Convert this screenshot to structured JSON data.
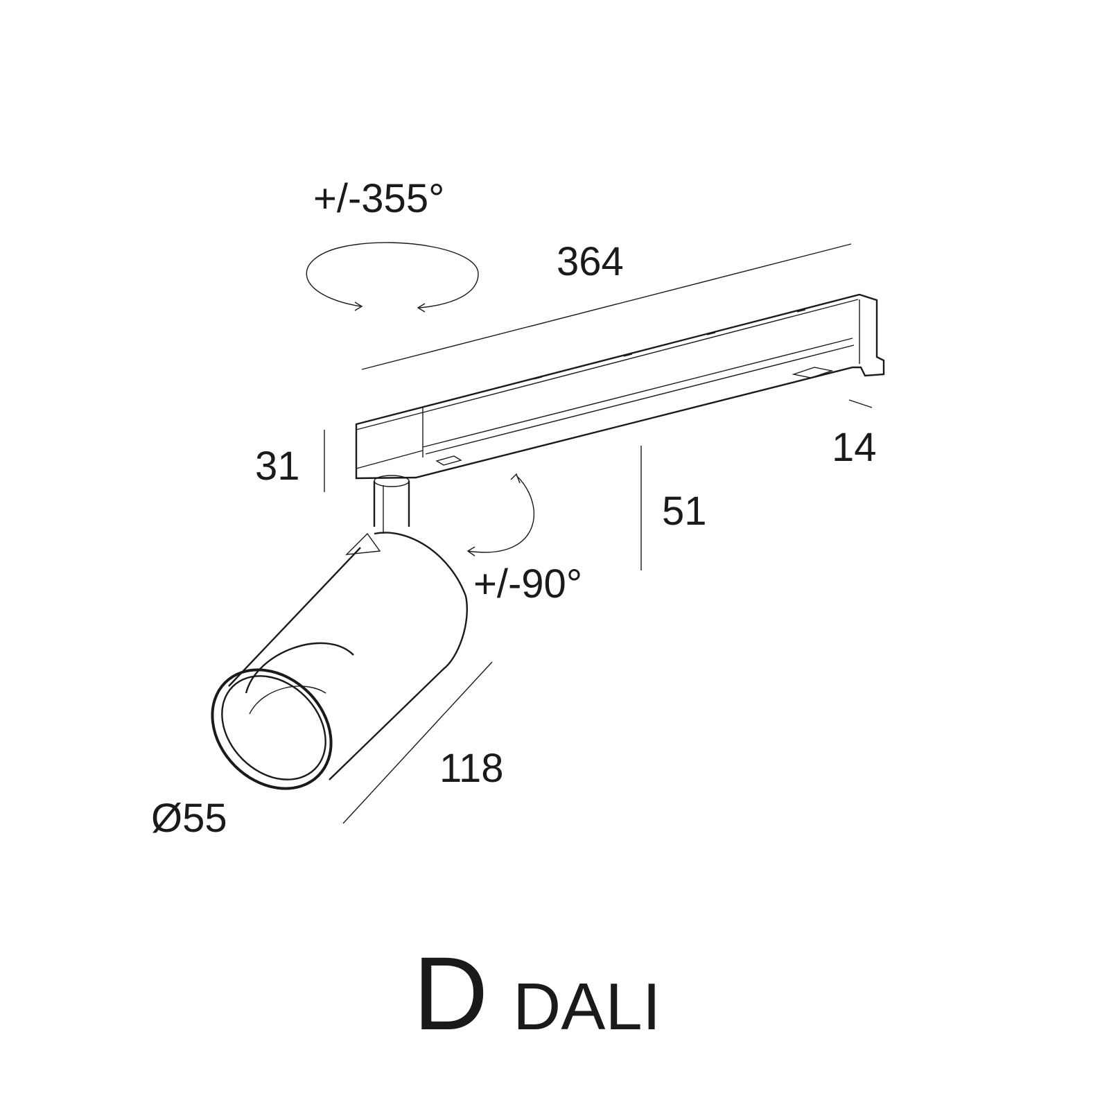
{
  "dimensions": {
    "rotation_horizontal": "+/-355°",
    "length": "364",
    "height_track": "31",
    "width": "14",
    "height_total": "51",
    "rotation_vertical": "+/-90°",
    "head_length": "118",
    "diameter": "Ø55"
  },
  "title": {
    "letter": "D",
    "word": "DALI"
  }
}
